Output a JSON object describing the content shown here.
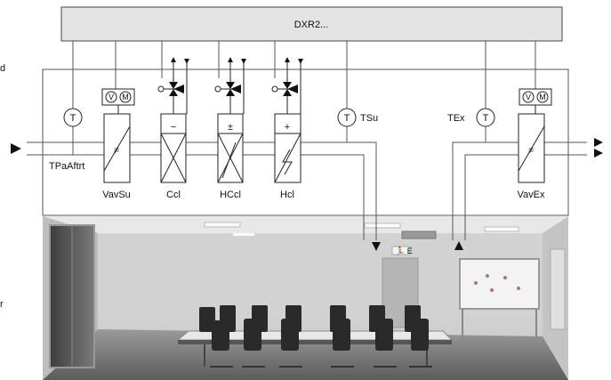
{
  "controller": {
    "label": "DXR2..."
  },
  "sensors": [
    {
      "id": "tpaaftrt",
      "symbol": "T",
      "label": "TPaAftrt"
    },
    {
      "id": "tsu",
      "symbol": "T",
      "label": "TSu"
    },
    {
      "id": "tex",
      "symbol": "T",
      "label": "TEx"
    }
  ],
  "units": [
    {
      "id": "vavsu",
      "label": "VavSu",
      "motor_symbols": [
        "V",
        "M"
      ],
      "symbol": "≠"
    },
    {
      "id": "ccl",
      "label": "Ccl",
      "symbol": "−"
    },
    {
      "id": "hccl",
      "label": "HCcl",
      "symbol": "±"
    },
    {
      "id": "hcl",
      "label": "Hcl",
      "symbol": "+"
    },
    {
      "id": "vavex",
      "label": "VavEx",
      "motor_symbols": [
        "V",
        "M"
      ],
      "symbol": "≠"
    }
  ],
  "edge_text": {
    "left_top": "d",
    "left_bottom": "r"
  },
  "exit_sign": "🏃 E"
}
